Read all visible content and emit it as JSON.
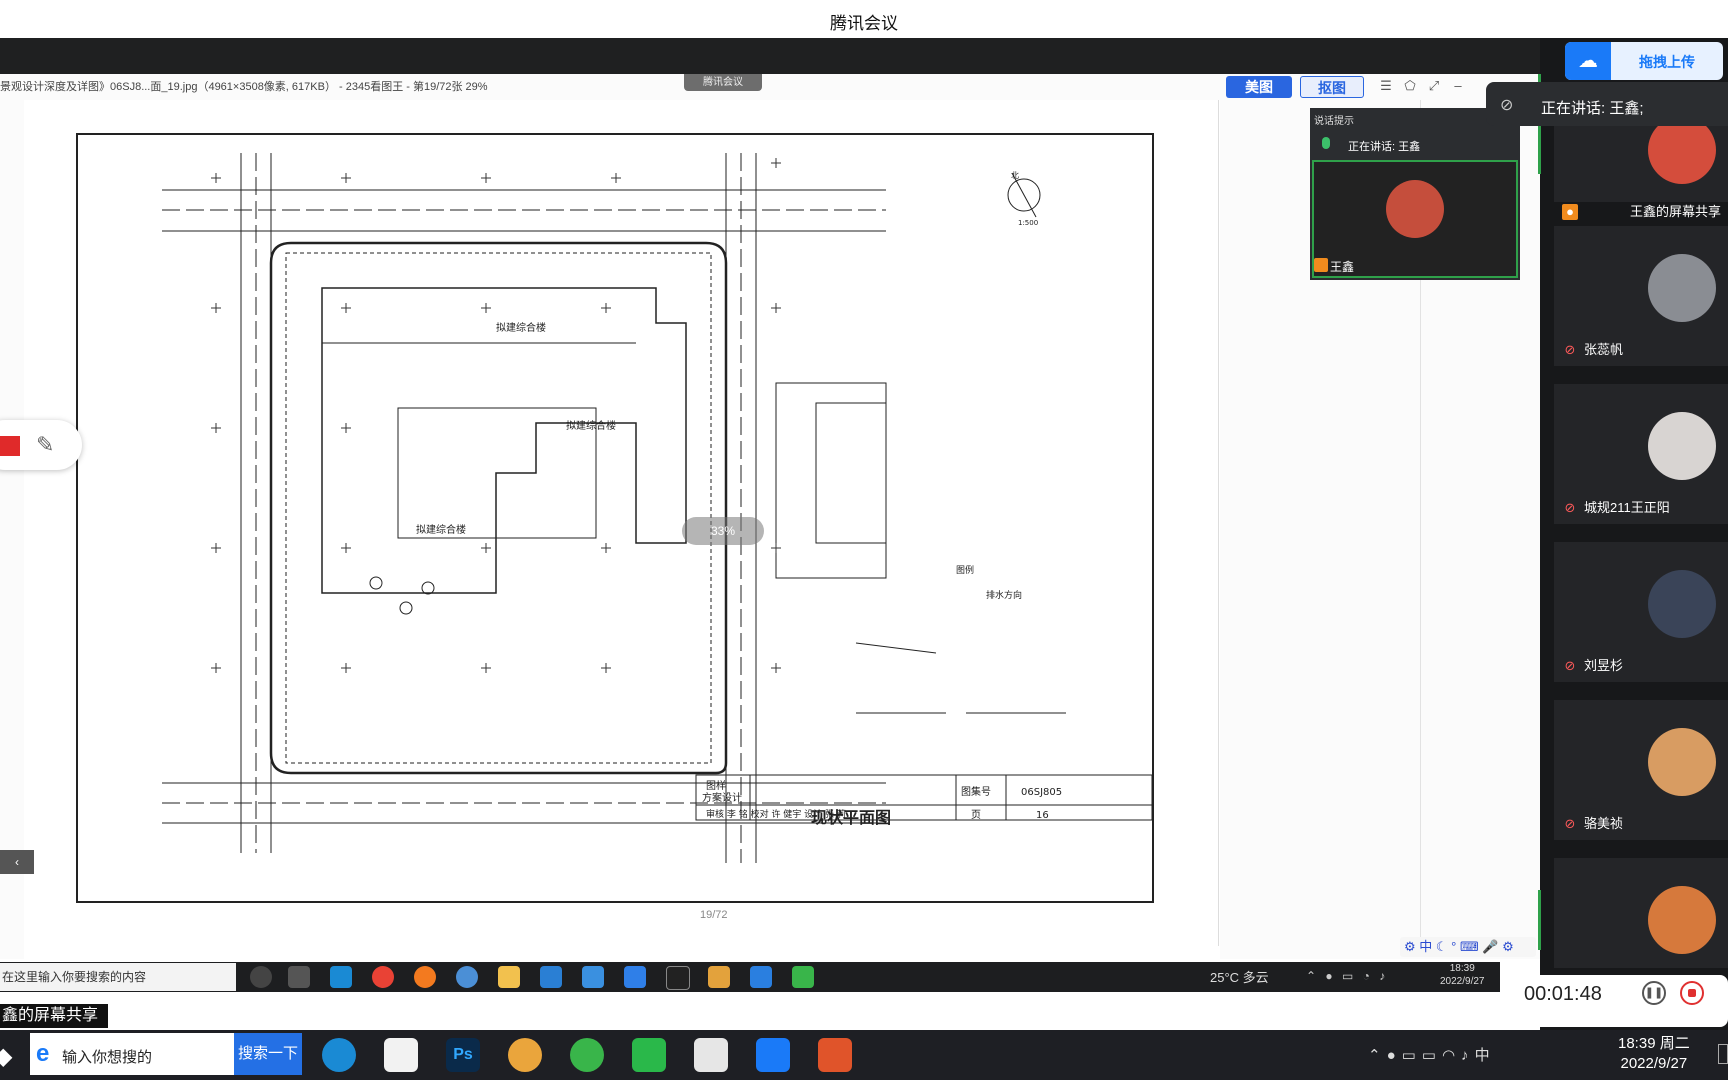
{
  "window": {
    "title": "腾讯会议"
  },
  "viewer": {
    "info": "景观设计深度及详图》06SJ8...面_19.jpg（4961×3508像素, 617KB） - 2345看图王 - 第19/72张 29%",
    "meeting_chip": "腾讯会议",
    "btn_meitu": "美图",
    "btn_koutu": "抠图",
    "page_indicator": "19/72",
    "zoom_overlay": "33%"
  },
  "drawing": {
    "title": "现状平面图",
    "atlas_label": "图集号",
    "atlas_no": "06SJ805",
    "page_label": "页",
    "page_no": "16",
    "left_block": [
      "图样",
      "方案设计"
    ],
    "sign_row": "审核 李 铭  校对 许 健宇  设计 张 莉",
    "building_label": "拟建综合楼",
    "legend_title": "图例",
    "legend_drain": "排水方向",
    "north": "北",
    "scale": "1:500"
  },
  "inner_popup": {
    "header": "说话提示",
    "speaking": "正在讲话: 王鑫",
    "name": "王鑫"
  },
  "panel": {
    "upload": "拖拽上传",
    "speaking": "正在讲话: 王鑫;",
    "participants": [
      {
        "name": "王鑫的屏幕共享",
        "color": "#d44d3c"
      },
      {
        "name": "张蕊帆",
        "color": "#8a8d93"
      },
      {
        "name": "城规211王正阳",
        "color": "#d8d4d2"
      },
      {
        "name": "刘昱杉",
        "color": "#3a4458"
      },
      {
        "name": "骆美祯",
        "color": "#d89c62"
      },
      {
        "name": "",
        "color": "#d6793c"
      }
    ]
  },
  "remote_taskbar": {
    "search_text": "在这里输入你要搜索的内容",
    "weather": "25°C 多云",
    "time": "18:39",
    "date": "2022/9/27"
  },
  "share_label": "鑫的屏幕共享",
  "timer": "00:01:48",
  "local_taskbar": {
    "search_text": "输入你想搜的",
    "search_button": "搜索一下",
    "time": "18:39 周二",
    "date": "2022/9/27",
    "ime": "中"
  }
}
